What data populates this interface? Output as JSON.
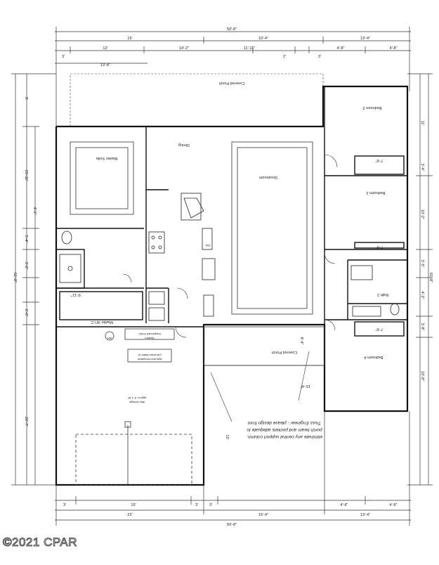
{
  "rooms": {
    "master_suite": "Master Suite",
    "dining": "Dining",
    "greatroom": "Greatroom",
    "bedroom2": "Bedroom 2",
    "bedroom3": "Bedroom 3",
    "bedroom4": "Bedroom 4",
    "bath2": "Bath 2",
    "master_wic": "Master W.I.C",
    "dw": "DW",
    "wh": "WH",
    "covered_porch_top": "Covered Porch",
    "covered_porch_bottom": "Covered Porch"
  },
  "notes": {
    "truss": [
      "Truss Engineer - please design front",
      "porch beam and pockets adequate to",
      "eliminate any central support column."
    ],
    "hvac": [
      "Suspended HVAC",
      "System"
    ],
    "garage_storage": [
      "approx. 5' x 28'",
      "attic storage"
    ],
    "pull_down": [
      "pull-down stairs w/",
      "light and receptacle"
    ]
  },
  "dimensions": {
    "overall_top": "50'-8\"",
    "overall_bottom": "50'-8\"",
    "top_row1": [
      "15'",
      "10'-4\"",
      "13'-4\""
    ],
    "top_row2": [
      "12'",
      "14'-2\"",
      "11'-11\"",
      "4'-8\"",
      "4'-8\""
    ],
    "top_row3": [
      "3'",
      "2'",
      "13'-8\"",
      "3'"
    ],
    "bottom_row1": [
      "22'",
      "15'-4\"",
      "13'-4\""
    ],
    "bottom_row2": [
      "3'",
      "16'",
      "3'",
      "3'",
      "4'-8\"",
      "4'-8\""
    ],
    "left_overall": "61'-8\"",
    "right_overall": "61'-8\"",
    "left_segments": [
      "8'",
      "26'-11\"",
      "4'-1\"",
      "5'-4\"",
      "3'-2\"",
      "2'-6\"",
      "22'-7\""
    ],
    "right_segments": [
      "11'",
      "3'-4\"",
      "10'-2\"",
      "3'-5\"",
      "4'-2\"",
      "3'-8\"",
      "10'-8\""
    ],
    "interior": [
      "7'-6\"",
      "7'-6\"",
      "9'-11\"",
      "7'-6\"",
      "15'-4\"",
      "15'",
      "8'-4\""
    ]
  },
  "footer": {
    "copyright": "©2021 CPAR"
  }
}
